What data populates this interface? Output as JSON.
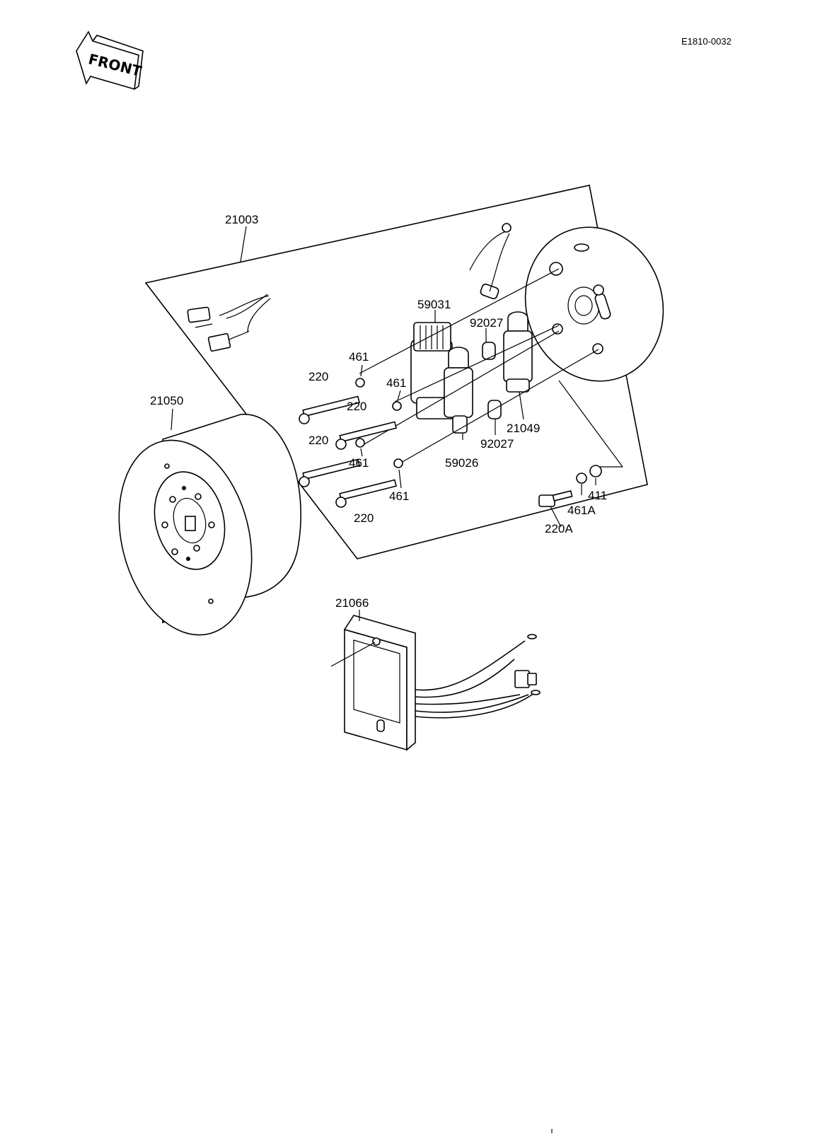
{
  "diagram_code": "E1810-0032",
  "front_label": "FRONT",
  "labels": {
    "p21003": "21003",
    "p59031": "59031",
    "p92027_top": "92027",
    "p461_a": "461",
    "p461_b": "461",
    "p461_c": "461",
    "p461_d": "461",
    "p220_a": "220",
    "p220_b": "220",
    "p220_c": "220",
    "p220_d": "220",
    "p21050": "21050",
    "p21049": "21049",
    "p92027_bot": "92027",
    "p59026": "59026",
    "p411": "411",
    "p461A": "461A",
    "p220A": "220A",
    "p21066": "21066"
  }
}
